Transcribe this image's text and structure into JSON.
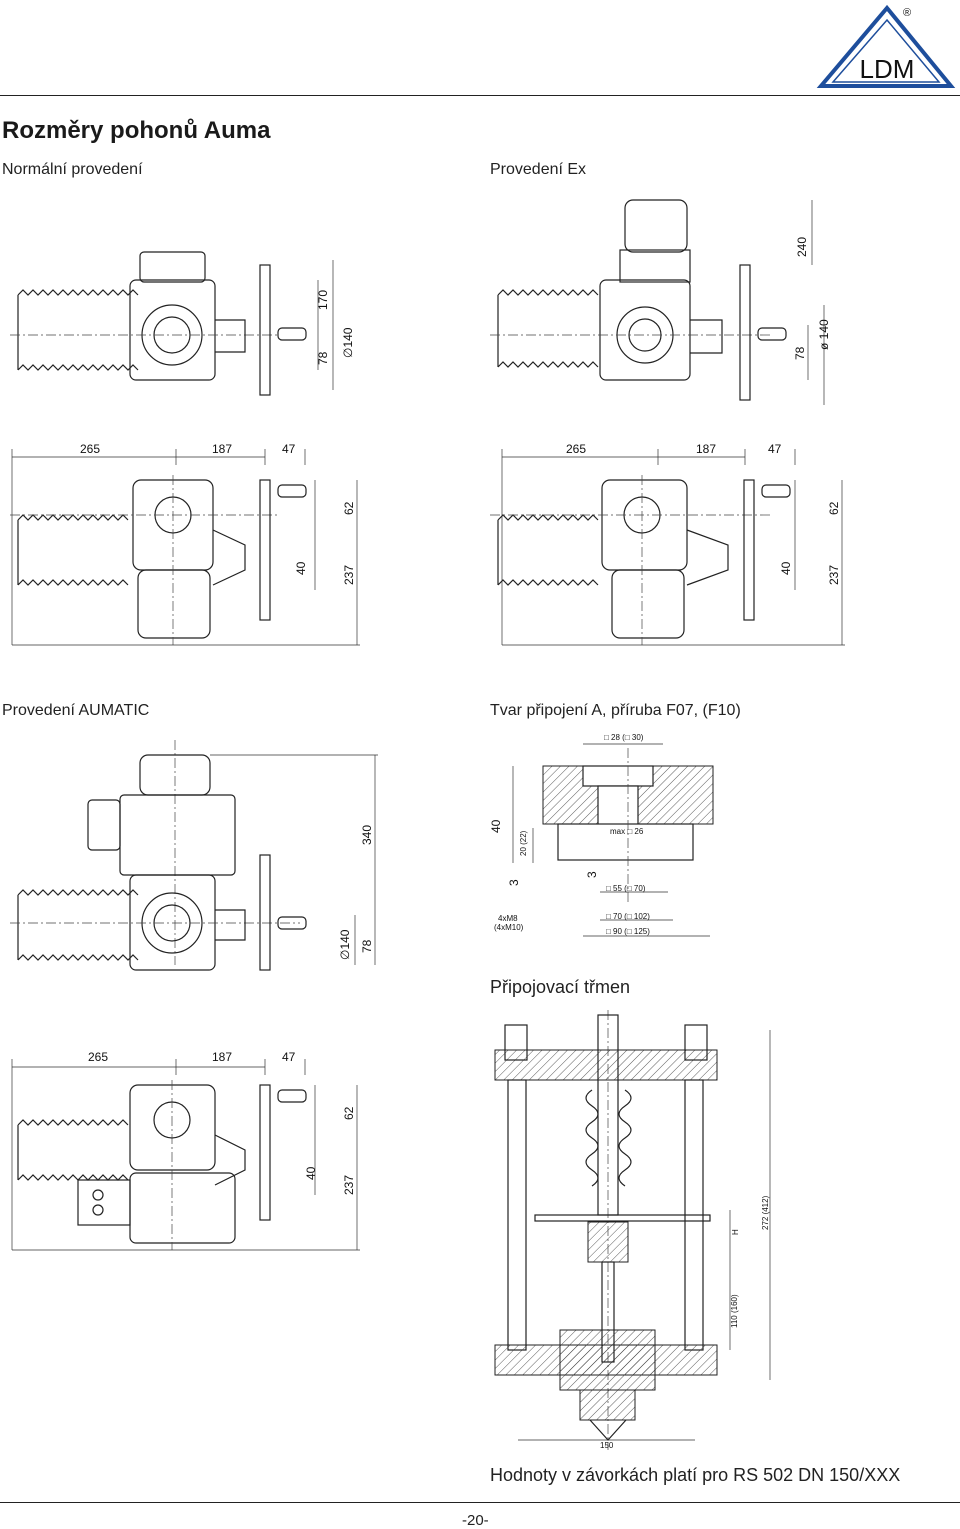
{
  "header": {
    "logo_text": "LDM",
    "logo_mark": "®"
  },
  "page": {
    "title": "Rozměry pohonů Auma",
    "footer_note": "Hodnoty v závorkách platí pro RS 502 DN 150/XXX",
    "page_number": "-20-"
  },
  "sections": {
    "normal": "Normální provedení",
    "ex": "Provedení Ex",
    "aumatic": "Provedení AUMATIC",
    "flange": "Tvar připojení A, příruba F07, (F10)",
    "yoke": "Připojovací třmen"
  },
  "dims": {
    "normal_side": {
      "d1": "170",
      "d2": "78",
      "d3": "∅140"
    },
    "ex_side": {
      "d1": "240",
      "d2": "78",
      "d3": "ø 140"
    },
    "top_widths": {
      "a": "265",
      "b": "187",
      "c": "47"
    },
    "top_heights": {
      "a": "62",
      "b": "40",
      "c": "237"
    },
    "aumatic_side": {
      "d1": "340",
      "d2": "∅140",
      "d3": "78"
    },
    "flange": {
      "top": "□ 28 (□ 30)",
      "max": "max □ 26",
      "h40": "40",
      "h20": "20 (22)",
      "h3": "3",
      "h3b": "3",
      "w55": "□ 55 (□ 70)",
      "bolts1": "4xM8",
      "bolts2": "(4xM10)",
      "w70": "□ 70 (□ 102)",
      "w90": "□ 90 (□ 125)"
    },
    "yoke": {
      "h272": "272 (412)",
      "h110": "110 (160)",
      "hh": "H",
      "w150": "150"
    }
  }
}
